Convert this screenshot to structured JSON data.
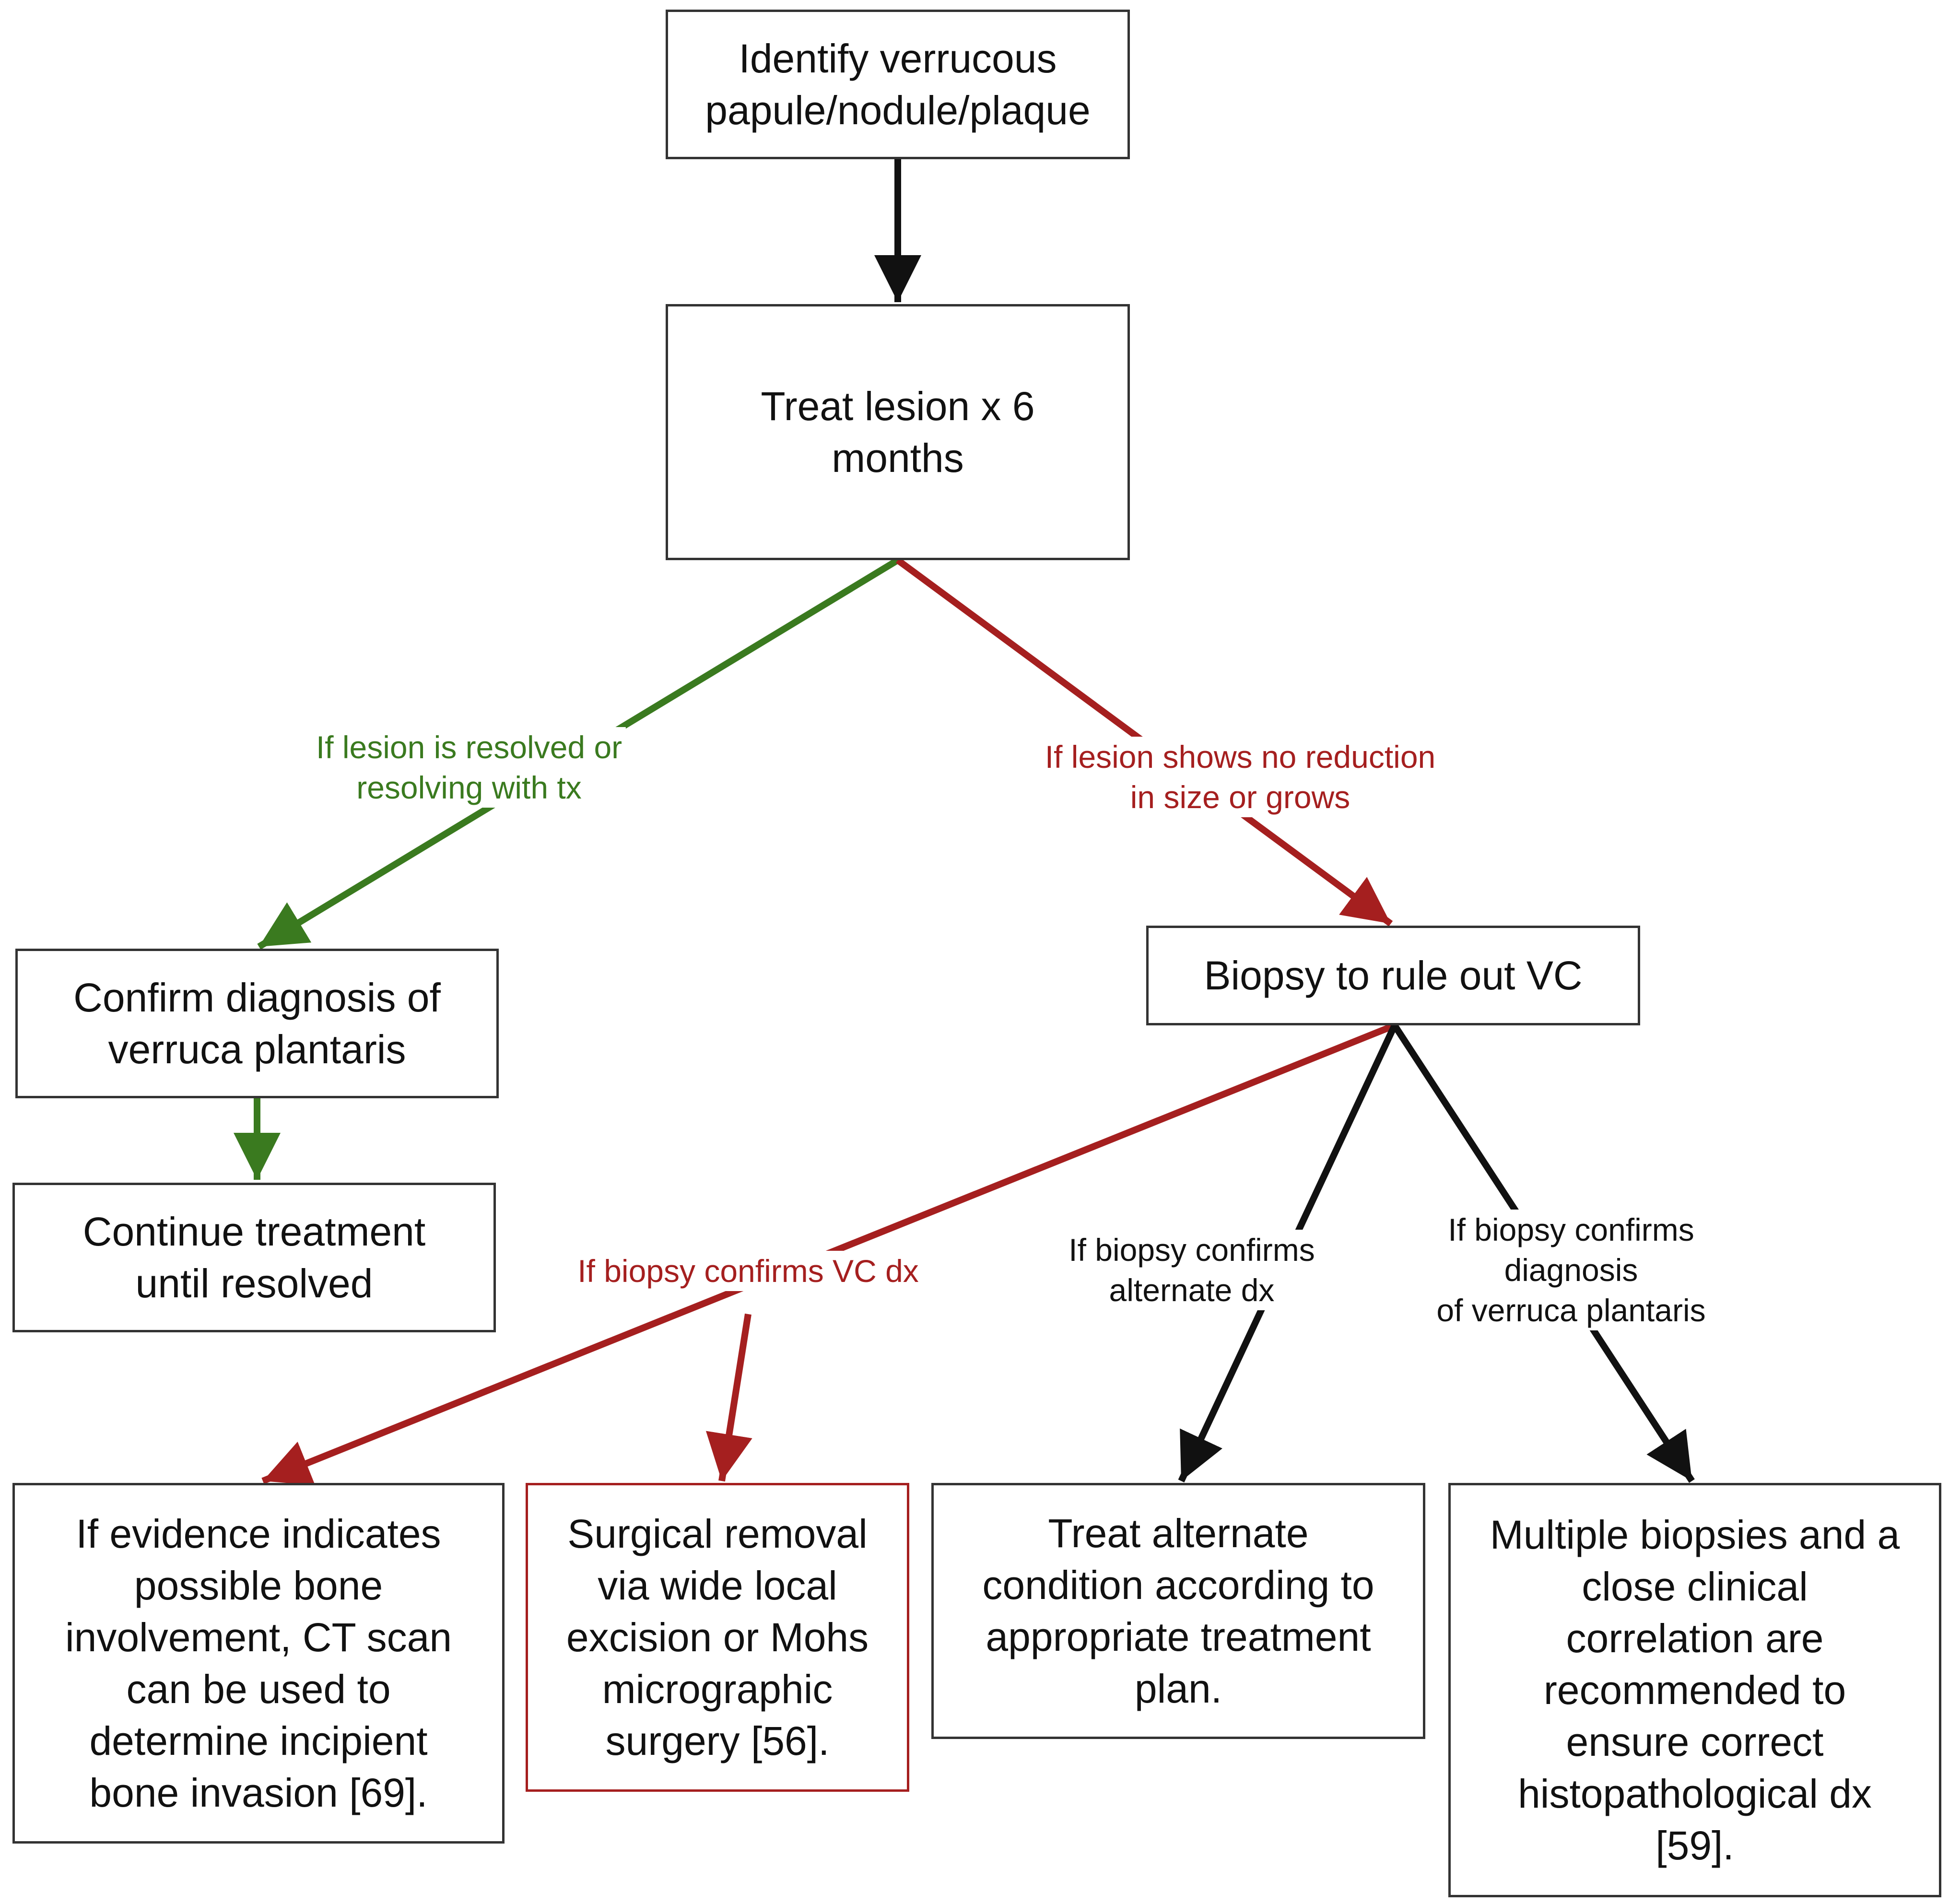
{
  "colors": {
    "black": "#111111",
    "green": "#3a7a1f",
    "red": "#a51f1f",
    "box_border": "#333333"
  },
  "nodes": {
    "identify": "Identify verrucous\npapule/nodule/plaque",
    "treat": "Treat lesion x 6\nmonths",
    "confirm": "Confirm diagnosis of\nverruca plantaris",
    "continue": "Continue treatment\nuntil resolved",
    "biopsy": "Biopsy to rule out VC",
    "bone": "If evidence indicates\npossible bone\ninvolvement, CT scan\ncan be used to\ndetermine incipient\nbone invasion [69].",
    "surgical": "Surgical removal\nvia wide local\nexcision or Mohs\nmicrographic\nsurgery [56].",
    "alternate": "Treat alternate\ncondition according to\nappropriate treatment\nplan.",
    "multiple": "Multiple biopsies and a\nclose clinical\ncorrelation are\nrecommended to\nensure correct\nhistopathological dx\n[59]."
  },
  "edges": {
    "resolved": "If lesion is resolved or\nresolving with tx",
    "no_reduction": "If lesion shows no reduction\nin size or grows",
    "vc_dx": "If biopsy confirms VC dx",
    "alternate_dx": "If biopsy confirms\nalternate dx",
    "verruca_dx": "If biopsy confirms diagnosis\nof verruca plantaris"
  }
}
